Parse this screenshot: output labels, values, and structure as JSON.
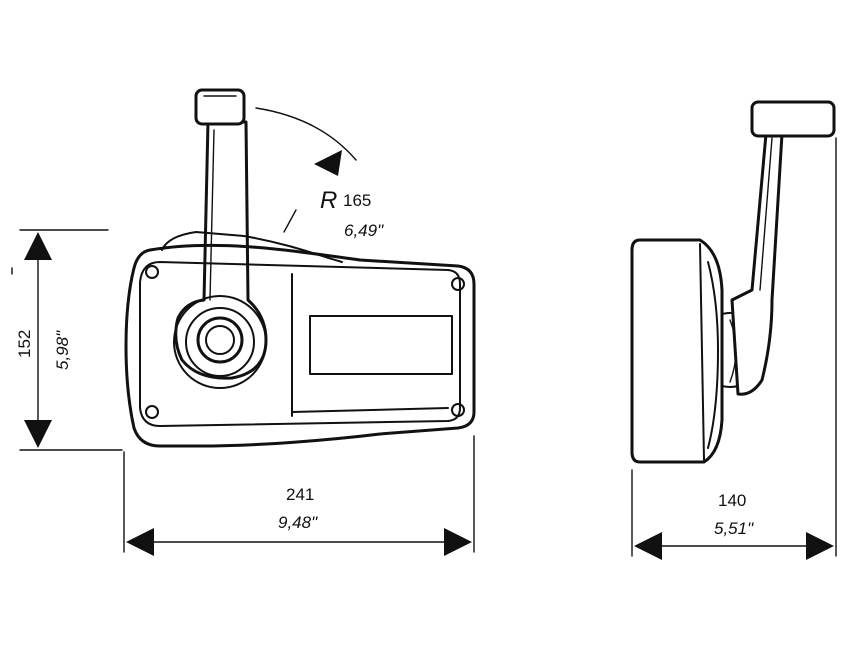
{
  "dimensions": {
    "height": {
      "mm": "152",
      "inch": "5,98\""
    },
    "width": {
      "mm": "241",
      "inch": "9,48\""
    },
    "radius": {
      "symbol": "R",
      "mm": "165",
      "inch": "6,49\""
    },
    "depth": {
      "mm": "140",
      "inch": "5,51\""
    }
  },
  "colors": {
    "line": "#111111",
    "background": "#ffffff"
  }
}
